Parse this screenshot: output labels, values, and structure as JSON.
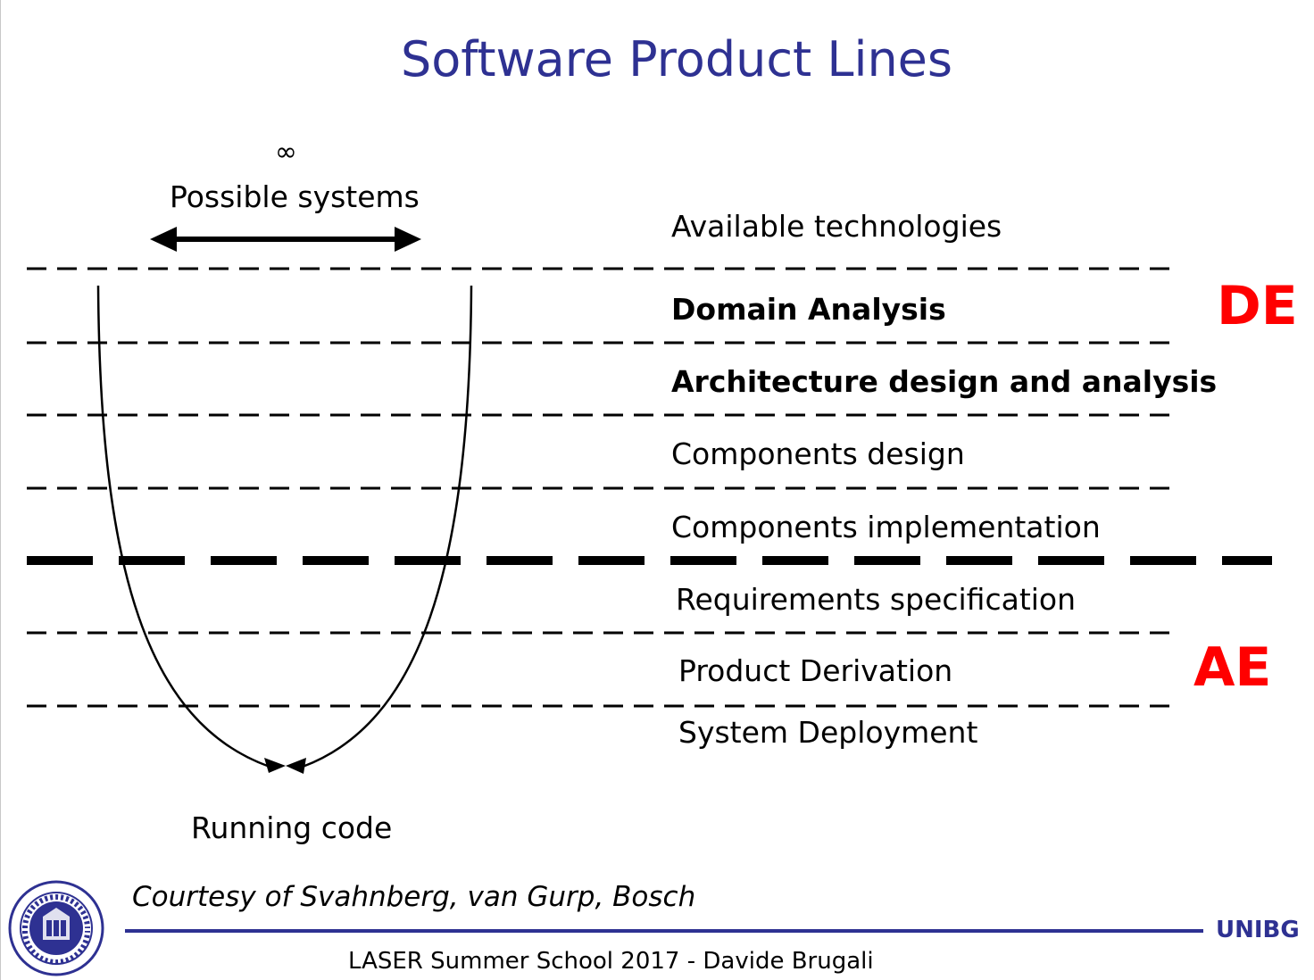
{
  "slide": {
    "title": "Software Product Lines"
  },
  "diagram": {
    "top_symbol": "∞",
    "top_label": "Possible systems",
    "bottom_label": "Running code",
    "layers": [
      "Available technologies",
      "Domain Analysis",
      "Architecture design and analysis",
      "Components design",
      "Components implementation",
      "Requirements specification",
      "Product Derivation",
      "System Deployment"
    ],
    "groups": {
      "upper": "DE",
      "lower": "AE"
    }
  },
  "colors": {
    "title": "#2e3192",
    "accent": "#ff0000",
    "footer_line": "#2e3192"
  },
  "footer": {
    "courtesy": "Courtesy of Svahnberg, van Gurp, Bosch",
    "credit": "LASER Summer School 2017 - Davide Brugali",
    "brand": "UNIBG",
    "logo_icon": "university-seal-icon"
  }
}
